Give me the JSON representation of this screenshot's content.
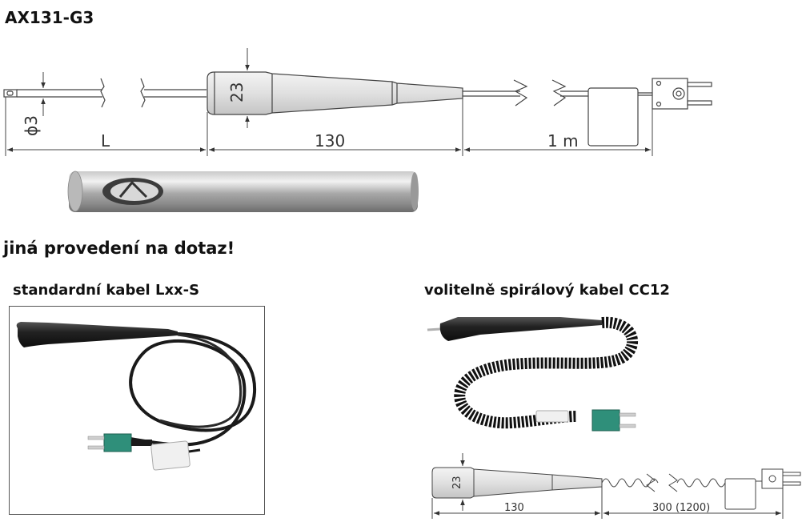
{
  "title": "AX131-G3",
  "note": "jiná provedení na dotaz!",
  "caption_standard": "standardní kabel Lxx-S",
  "caption_spiral": "volitelně spirálový kabel CC12",
  "drawing_top": {
    "diameter_label": "ϕ3",
    "handle_diameter": "23",
    "length_L": "L",
    "length_handle": "130",
    "length_cable": "1 m"
  },
  "drawing_spiral": {
    "handle_diameter": "23",
    "length_handle": "130",
    "length_cable": "300 (1200)"
  },
  "colors": {
    "connector_green": "#2f8f7a",
    "handle_black": "#1c1c1c",
    "drawing_stroke": "#444444"
  }
}
